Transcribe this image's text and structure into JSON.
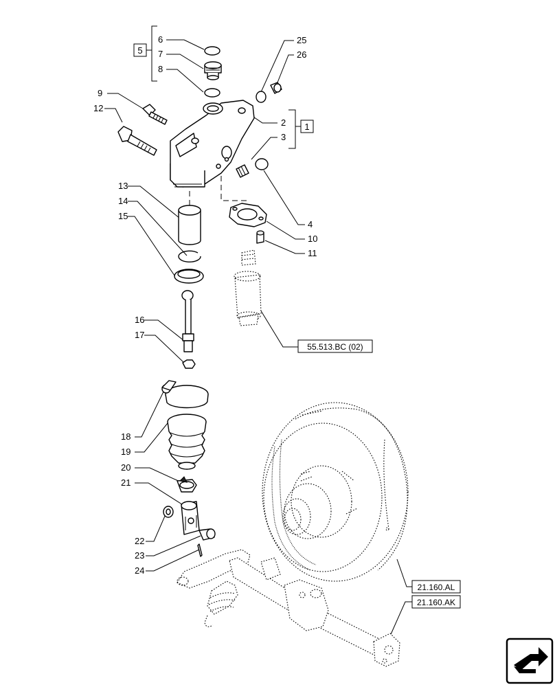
{
  "diagram": {
    "group_labels": {
      "group_5": "5",
      "group_1": "1"
    },
    "callouts": [
      {
        "id": "c6",
        "label": "6"
      },
      {
        "id": "c7",
        "label": "7"
      },
      {
        "id": "c8",
        "label": "8"
      },
      {
        "id": "c25",
        "label": "25"
      },
      {
        "id": "c26",
        "label": "26"
      },
      {
        "id": "c9",
        "label": "9"
      },
      {
        "id": "c12",
        "label": "12"
      },
      {
        "id": "c2",
        "label": "2"
      },
      {
        "id": "c3",
        "label": "3"
      },
      {
        "id": "c4",
        "label": "4"
      },
      {
        "id": "c10",
        "label": "10"
      },
      {
        "id": "c11",
        "label": "11"
      },
      {
        "id": "c13",
        "label": "13"
      },
      {
        "id": "c14",
        "label": "14"
      },
      {
        "id": "c15",
        "label": "15"
      },
      {
        "id": "c16",
        "label": "16"
      },
      {
        "id": "c17",
        "label": "17"
      },
      {
        "id": "c18",
        "label": "18"
      },
      {
        "id": "c19",
        "label": "19"
      },
      {
        "id": "c20",
        "label": "20"
      },
      {
        "id": "c21",
        "label": "21"
      },
      {
        "id": "c22",
        "label": "22"
      },
      {
        "id": "c23",
        "label": "23"
      },
      {
        "id": "c24",
        "label": "24"
      }
    ],
    "references": [
      {
        "id": "ref-55513bc",
        "label": "55.513.BC (02)"
      },
      {
        "id": "ref-21160al",
        "label": "21.160.AL"
      },
      {
        "id": "ref-21160ak",
        "label": "21.160.AK"
      }
    ],
    "nav_icon": "next-page-arrow-icon"
  }
}
